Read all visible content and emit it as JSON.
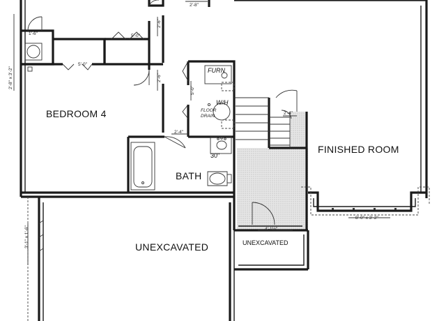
{
  "rooms": {
    "bedroom": "BEDROOM 4",
    "finished": "FINISHED ROOM",
    "bath": "BATH",
    "unexcavated_main": "UNEXCAVATED",
    "unexcavated_small": "UNEXCAVATED"
  },
  "equipment": {
    "furnace": "FURN",
    "water_heater": "W/H",
    "floor_drain_line1": "FLOOR",
    "floor_drain_line2": "DRAIN"
  },
  "dimensions": {
    "top_closet": "2'-8\"",
    "left_closet": "1'-6\"",
    "closet_a": "5'-0\"",
    "closet_b": "5'-0\"",
    "hall_top": "2'-6\"",
    "hall_mid": "2'-6\"",
    "mech_side": "5'-0\"",
    "bath_door": "2'-4\"",
    "stair_top": "2'-4\"",
    "bath_sink": "30\"",
    "left_wall": "2'-8\" x 3'-2\"",
    "lower_left": "3'-1\" x 1'-6\"",
    "stair_bottom": "4'-1½\"",
    "window_well": "8'-0\" x 3'-2\""
  }
}
